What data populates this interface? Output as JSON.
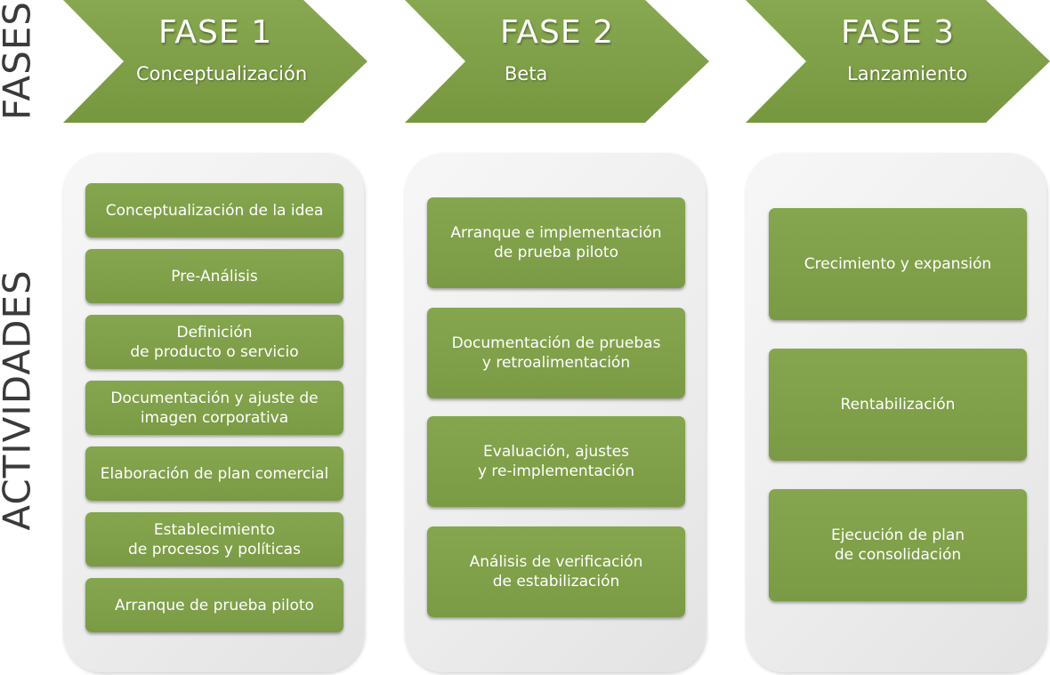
{
  "labels": {
    "phases_side": "FASES",
    "activities_side": "ACTIVIDADES"
  },
  "colors": {
    "green": "#7e9e48",
    "panel": "#ececec",
    "text_dark": "#3a3a3a"
  },
  "phases": [
    {
      "title": "FASE 1",
      "subtitle": "Conceptualización",
      "activities": [
        "Conceptualización de la idea",
        "Pre-Análisis",
        "Definición\nde producto o servicio",
        "Documentación y ajuste de\nimagen corporativa",
        "Elaboración de plan comercial",
        "Establecimiento\nde procesos y políticas",
        "Arranque de prueba piloto"
      ]
    },
    {
      "title": "FASE 2",
      "subtitle": "Beta",
      "activities": [
        "Arranque e implementación\nde prueba piloto",
        "Documentación de pruebas\ny retroalimentación",
        "Evaluación, ajustes\ny re-implementación",
        "Análisis de verificación\nde estabilización"
      ]
    },
    {
      "title": "FASE 3",
      "subtitle": "Lanzamiento",
      "activities": [
        "Crecimiento y expansión",
        "Rentabilización",
        "Ejecución de plan\nde consolidación"
      ]
    }
  ]
}
